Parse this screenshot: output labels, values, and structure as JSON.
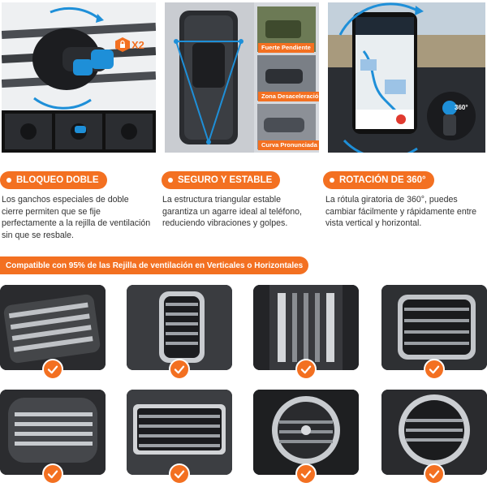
{
  "top_panels": {
    "lock": {
      "badge": "X2"
    },
    "stability": {
      "labels": [
        "Fuerte Pendiente",
        "Zona Desaceleración",
        "Curva Pronunciada"
      ]
    },
    "rotation": {
      "badge": "360°"
    }
  },
  "features": [
    {
      "title": "BLOQUEO DOBLE",
      "description": "Los ganchos especiales de doble cierre permiten que se fije perfectamente a la rejilla de ventilación sin que se resbale."
    },
    {
      "title": "SEGURO Y ESTABLE",
      "description": "La estructura triangular estable garantiza un agarre ideal al teléfono, reduciendo vibraciones y golpes."
    },
    {
      "title": "ROTACIÓN DE 360°",
      "description": "La rótula giratoria de 360°, puedes cambiar fácilmente y rápidamente entre vista vertical y horizontal."
    }
  ],
  "compat_banner": "Compatible con 95% de las Rejilla de ventilación en Verticales o Horizontales",
  "colors": {
    "accent": "#f37021",
    "blue": "#1e8fd8",
    "dark": "#1a1a1a"
  },
  "icons": [
    "lock-icon",
    "checkmark-icon"
  ]
}
